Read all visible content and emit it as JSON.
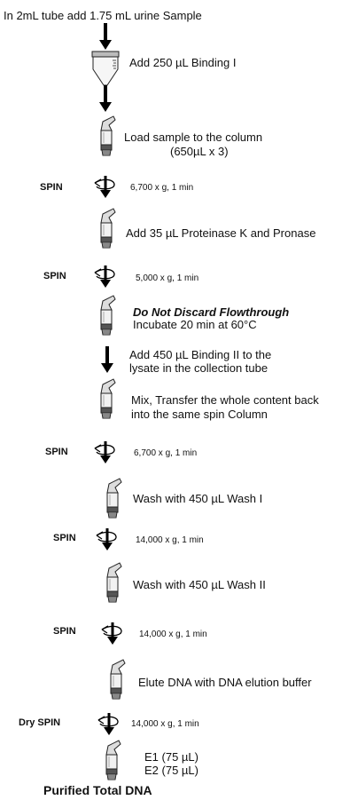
{
  "header": "In 2mL tube add 1.75 mL urine Sample",
  "steps": {
    "binding1": "Add 250 µL Binding I",
    "load_line1": "Load sample to the column",
    "load_line2": "(650µL x 3)",
    "spin1_label": "SPIN",
    "spin1_speed": "6,700 x g, 1 min",
    "proteinase": "Add 35 µL Proteinase K and Pronase",
    "spin2_label": "SPIN",
    "spin2_speed": "5,000 x g, 1 min",
    "do_not_discard": "Do Not Discard Flowthrough",
    "incubate": "Incubate 20 min at 60°C",
    "binding2_line1": "Add 450 µL Binding II  to the",
    "binding2_line2": "lysate in the collection tube",
    "mix_line1": "Mix, Transfer the whole content back",
    "mix_line2": "into the same spin Column",
    "spin3_label": "SPIN",
    "spin3_speed": "6,700 x g, 1 min",
    "wash1": "Wash with 450 µL Wash I",
    "spin4_label": "SPIN",
    "spin4_speed": "14,000 x g, 1 min",
    "wash2": "Wash with 450 µL Wash II",
    "spin5_label": "SPIN",
    "spin5_speed": "14,000 x g, 1 min",
    "elute": "Elute DNA with DNA elution buffer",
    "dry_spin_label": "Dry SPIN",
    "dry_spin_speed": "14,000 x g, 1 min",
    "e1": "E1 (75 µL)",
    "e2": "E2 (75 µL)"
  },
  "footer": "Purified Total DNA"
}
